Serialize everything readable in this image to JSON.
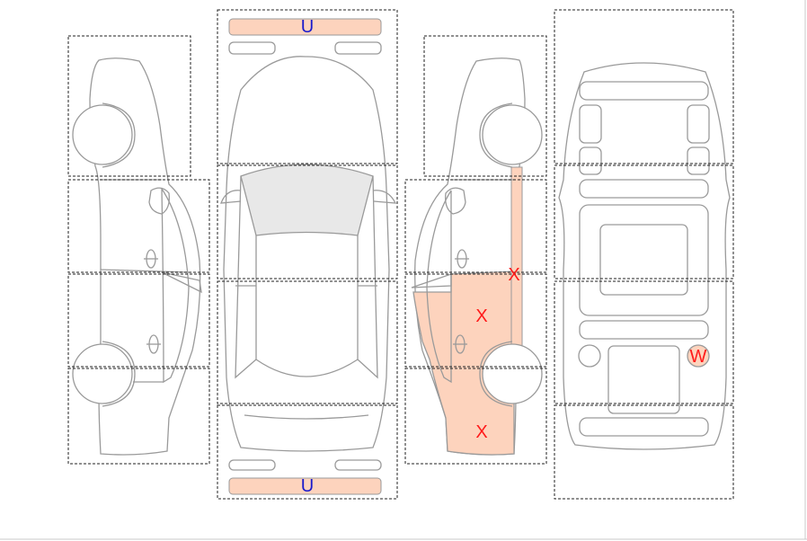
{
  "colors": {
    "highlight": "#fdd3bd",
    "outline": "#9a9a9a",
    "mark_x": "#ff1a1a",
    "mark_u": "#1a1acc",
    "mark_w": "#ff1a1a",
    "glass": "#e8e8e8"
  },
  "markers": {
    "bumper_front": "U",
    "bumper_rear": "U",
    "right_pillar": "X",
    "right_door": "X",
    "right_quarter": "X",
    "roof_w": "W"
  }
}
